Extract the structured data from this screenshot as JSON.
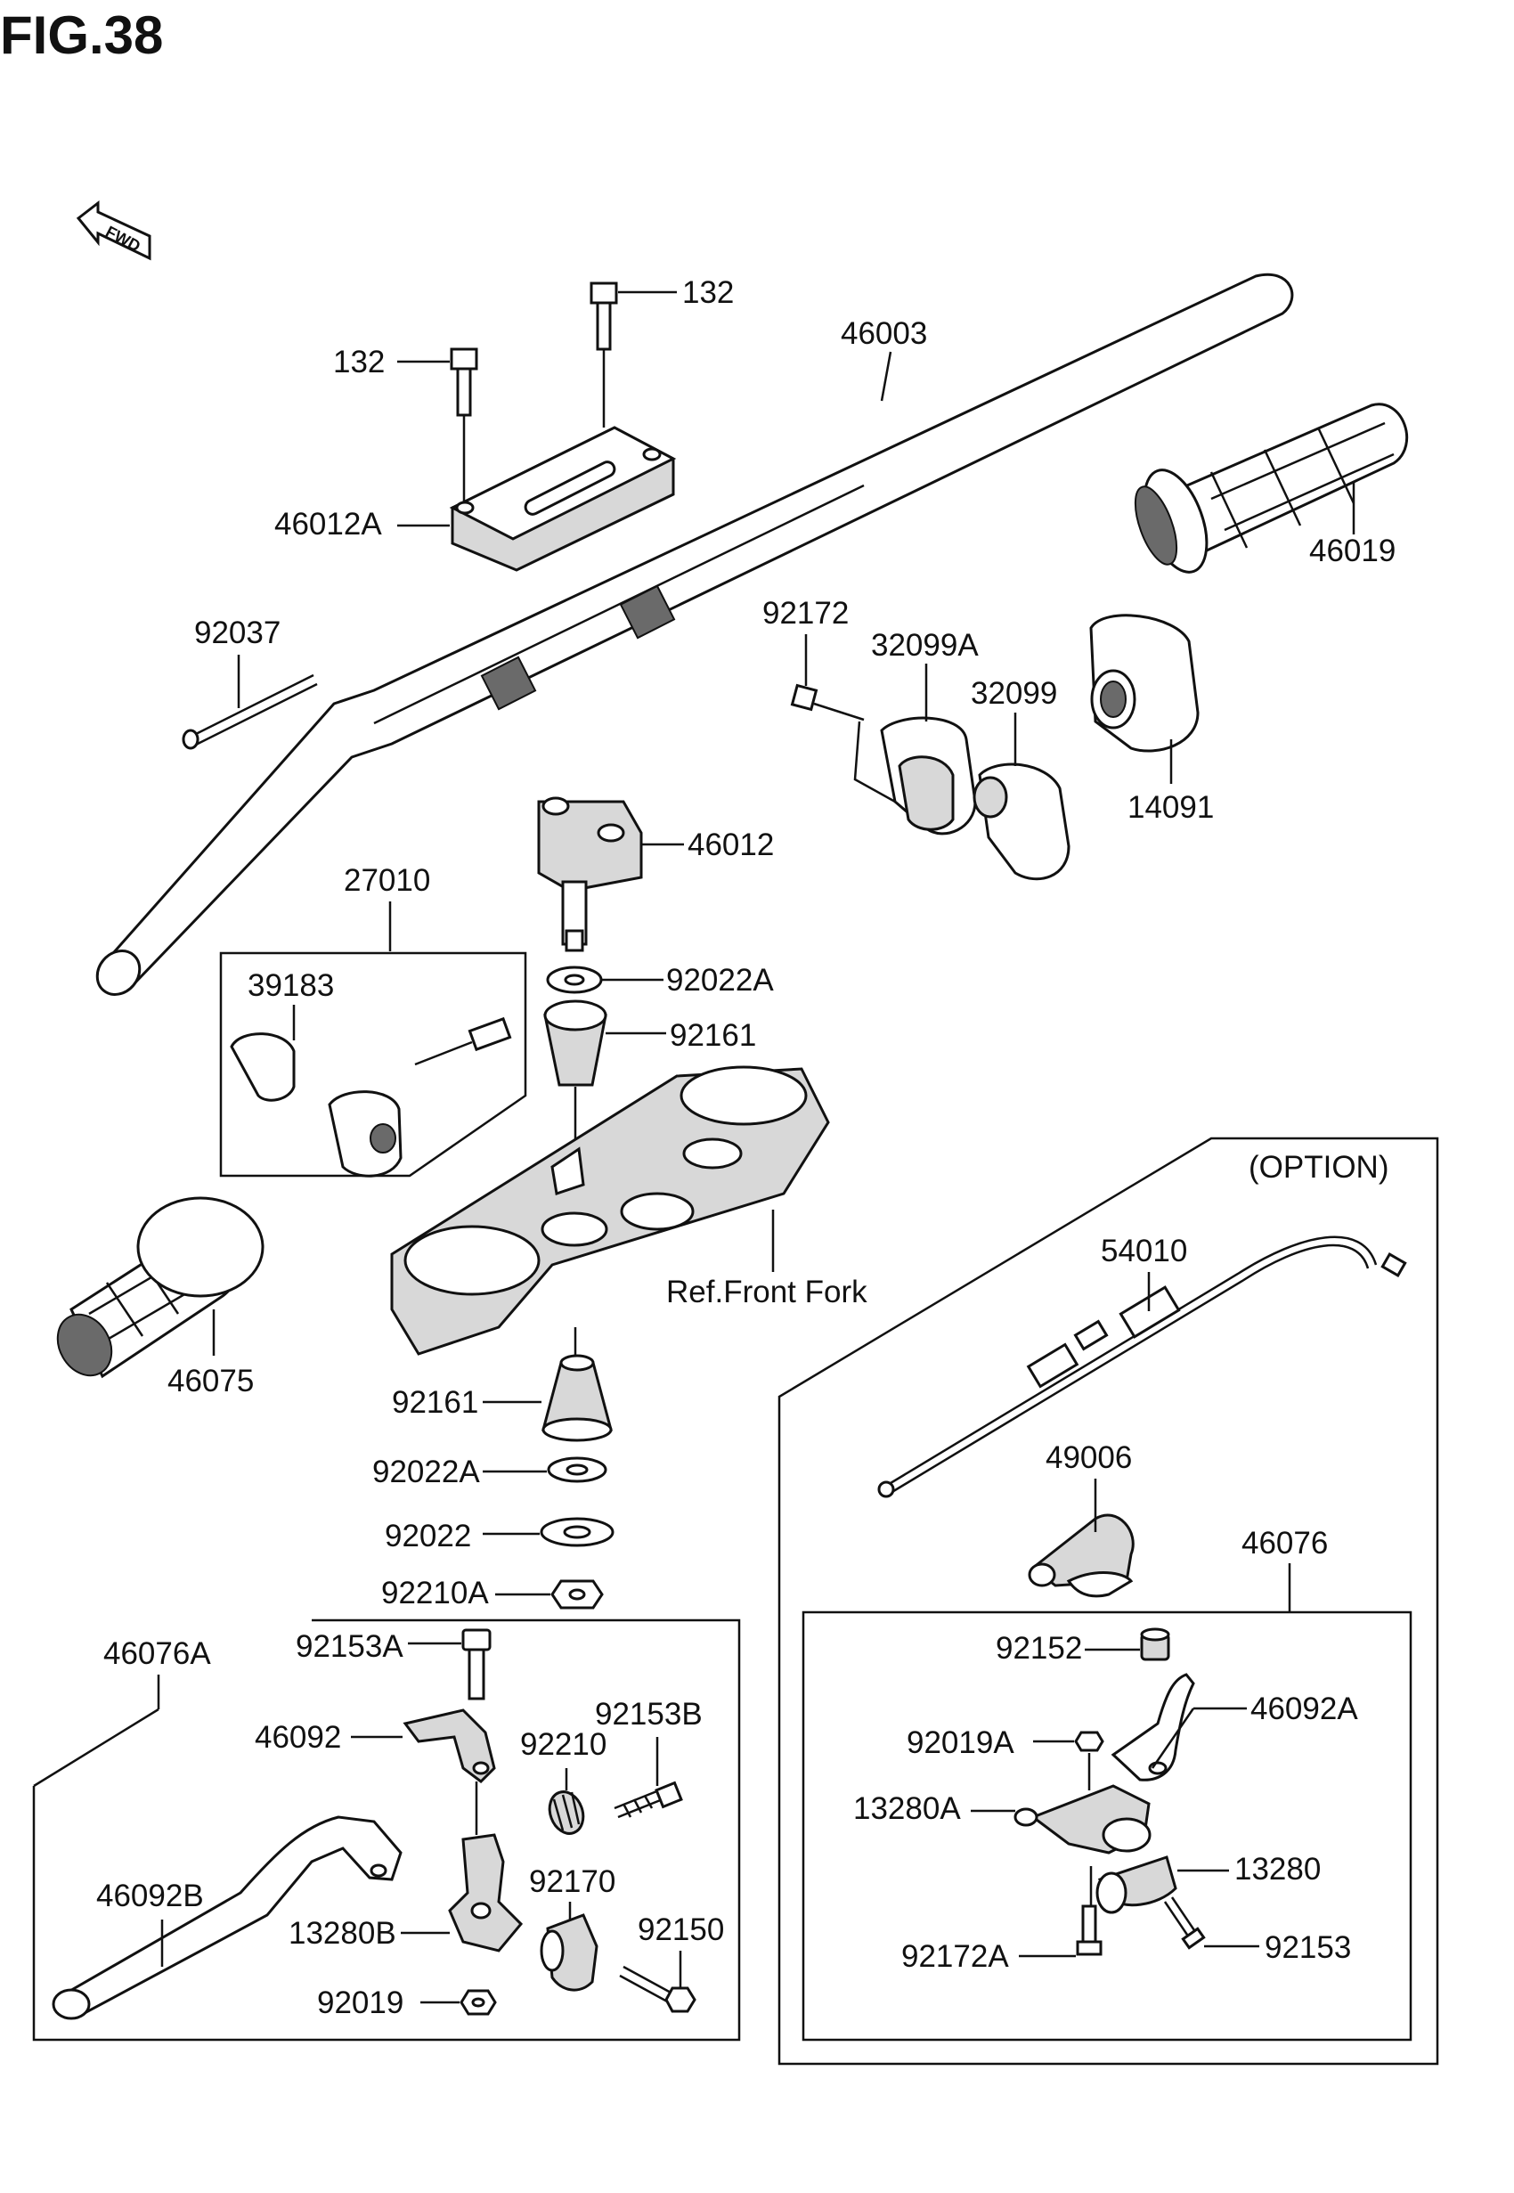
{
  "figure": {
    "title": "FIG.38",
    "fwd": "FWD"
  },
  "labels": {
    "bolt_132_right": "132",
    "bolt_132_left": "132",
    "handlebar": "46003",
    "holder_upper_left": "46012A",
    "grip_right": "46019",
    "pin_92037": "92037",
    "screw_92172": "92172",
    "case_32099A": "32099A",
    "case_32099": "32099",
    "cover_14091": "14091",
    "holder_46012": "46012",
    "switch_27010": "27010",
    "clamp_39183": "39183",
    "washer_92022A_top": "92022A",
    "damper_92161_top": "92161",
    "front_fork_ref": "Ref.Front Fork",
    "grip_left": "46075",
    "damper_92161_bottom": "92161",
    "washer_92022A_bottom": "92022A",
    "washer_92022": "92022",
    "nut_92210A": "92210A",
    "option": "(OPTION)",
    "cable_54010": "54010",
    "adjuster_49006": "49006",
    "lever_assy_46076": "46076",
    "lever_assy_46076A": "46076A",
    "bolt_92153A": "92153A",
    "lever_46092": "46092",
    "bolt_92153B": "92153B",
    "nut_92210": "92210",
    "lever_46092B": "46092B",
    "clamp_92170": "92170",
    "bracket_13280B": "13280B",
    "bolt_92150": "92150",
    "nut_92019": "92019",
    "collar_92152": "92152",
    "lever_46092A": "46092A",
    "nut_92019A": "92019A",
    "bracket_13280A": "13280A",
    "bracket_13280": "13280",
    "screw_92172A": "92172A",
    "bolt_92153": "92153"
  }
}
